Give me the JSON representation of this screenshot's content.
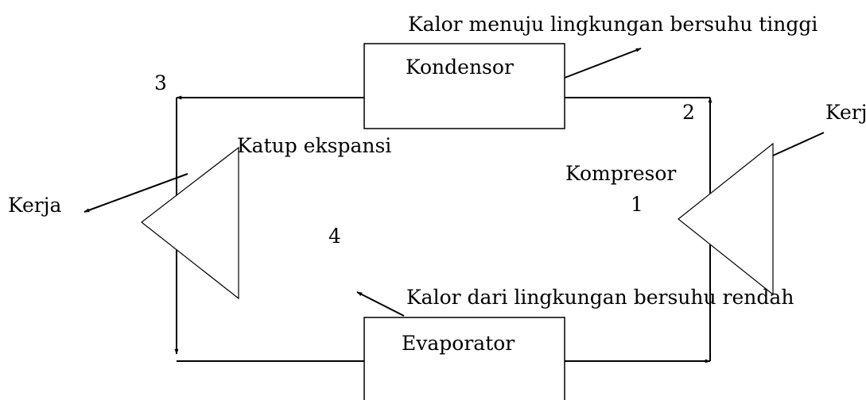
{
  "diagram": {
    "heat_out_label": "Kalor menuju lingkungan bersuhu tinggi",
    "heat_in_label": "Kalor dari lingkungan bersuhu rendah",
    "condenser_label": "Kondensor",
    "evaporator_label": "Evaporator",
    "compressor_label": "Kompresor",
    "valve_label": "Katup ekspansi",
    "work_left_label": "Kerja",
    "work_right_label": "Kerja",
    "point_1": "1",
    "point_2": "2",
    "point_3": "3",
    "point_4": "4"
  }
}
